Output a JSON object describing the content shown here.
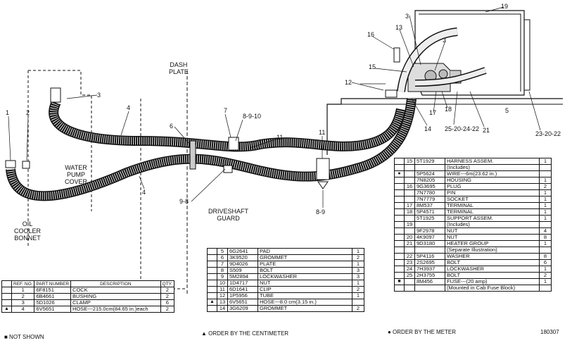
{
  "labels": {
    "dash_plate": [
      "DASH",
      "PLATE"
    ],
    "water_pump_cover": [
      "WATER",
      "PUMP",
      "COVER"
    ],
    "oil_cooler_bonnet": [
      "OIL",
      "COOLER",
      "BONNET"
    ],
    "driveshaft_guard": [
      "DRIVESHAFT",
      "GUARD"
    ],
    "callouts": {
      "c1": "1",
      "c2": "2",
      "c3a": "3",
      "c4a": "4",
      "c4b": "4",
      "c6": "6",
      "c7": "7",
      "c8910": "8-9-10",
      "c11a": "11",
      "c98": "9-8",
      "c11b": "11",
      "c89": "8-9",
      "c12": "12",
      "c13": "13",
      "c15": "15",
      "c16": "16",
      "c3b": "3",
      "c3c": "3",
      "c19": "19",
      "c14": "14",
      "c17": "17",
      "c18": "18",
      "c252022": "25-20-24-22",
      "c21": "21",
      "c5": "5",
      "c232022": "23-20-22"
    }
  },
  "table_left": {
    "headers": [
      "REF. NO.",
      "PART NUMBER",
      "DESCRIPTION",
      "QTY."
    ],
    "rows": [
      {
        "mark": "",
        "ref": "1",
        "part": "6F8151",
        "desc": "COCK",
        "qty": "2"
      },
      {
        "mark": "",
        "ref": "2",
        "part": "6B4661",
        "desc": "BUSHING",
        "qty": "2"
      },
      {
        "mark": "",
        "ref": "3",
        "part": "5D1026",
        "desc": "CLAMP",
        "qty": "6"
      },
      {
        "mark": "▲",
        "ref": "4",
        "part": "6V5651",
        "desc": "HOSE---215.0cm(84.65 in.)each",
        "qty": "2"
      }
    ]
  },
  "table_mid": {
    "rows": [
      {
        "mark": "",
        "ref": "5",
        "part": "6G2641",
        "desc": "PAD",
        "qty": "1"
      },
      {
        "mark": "",
        "ref": "6",
        "part": "3K9520",
        "desc": "GROMMET",
        "qty": "2"
      },
      {
        "mark": "",
        "ref": "7",
        "part": "9D4026",
        "desc": "PLATE",
        "qty": "1"
      },
      {
        "mark": "",
        "ref": "8",
        "part": "S509",
        "desc": "BOLT",
        "qty": "3"
      },
      {
        "mark": "",
        "ref": "9",
        "part": "5M2894",
        "desc": "LOCKWASHER",
        "qty": "3"
      },
      {
        "mark": "",
        "ref": "10",
        "part": "1D4717",
        "desc": "NUT",
        "qty": "1"
      },
      {
        "mark": "",
        "ref": "11",
        "part": "6D1641",
        "desc": "CLIP",
        "qty": "2"
      },
      {
        "mark": "",
        "ref": "12",
        "part": "1P5956",
        "desc": "TUBE",
        "qty": "1"
      },
      {
        "mark": "▲",
        "ref": "13",
        "part": "6V5651",
        "desc": "HOSE---8.0 cm(3.15 in.)",
        "qty": ""
      },
      {
        "mark": "",
        "ref": "14",
        "part": "3G6209",
        "desc": "GROMMET",
        "qty": "2"
      }
    ]
  },
  "table_right": {
    "rows": [
      {
        "mark": "",
        "ref": "15",
        "part": "5T1929",
        "desc": "HARNESS ASSEM.",
        "qty": "1"
      },
      {
        "mark": "",
        "ref": "",
        "part": "",
        "desc": "(Includes)",
        "qty": ""
      },
      {
        "mark": "●",
        "ref": "",
        "part": "5P5624",
        "desc": "WIRE---6m(23.62 in.)",
        "qty": ""
      },
      {
        "mark": "",
        "ref": "",
        "part": "7N8205",
        "desc": "HOUSING",
        "qty": "1"
      },
      {
        "mark": "",
        "ref": "16",
        "part": "9G3695",
        "desc": "PLUG",
        "qty": "2"
      },
      {
        "mark": "",
        "ref": "",
        "part": "7N7780",
        "desc": "PIN",
        "qty": "1"
      },
      {
        "mark": "",
        "ref": "",
        "part": "7N7779",
        "desc": "SOCKET",
        "qty": "1"
      },
      {
        "mark": "",
        "ref": "17",
        "part": "8M537",
        "desc": "TERMINAL",
        "qty": "1"
      },
      {
        "mark": "",
        "ref": "18",
        "part": "5P4571",
        "desc": "TERMINAL",
        "qty": "1"
      },
      {
        "mark": "",
        "ref": "",
        "part": "5T1925",
        "desc": "SUPPORT ASSEM.",
        "qty": "1"
      },
      {
        "mark": "",
        "ref": "19",
        "part": "",
        "desc": "(Includes)",
        "qty": ""
      },
      {
        "mark": "",
        "ref": "",
        "part": "9F2978",
        "desc": "NUT",
        "qty": "4"
      },
      {
        "mark": "",
        "ref": "20",
        "part": "4K9097",
        "desc": "NUT",
        "qty": "8"
      },
      {
        "mark": "",
        "ref": "21",
        "part": "9D3180",
        "desc": "HEATER GROUP",
        "qty": "1"
      },
      {
        "mark": "",
        "ref": "",
        "part": "",
        "desc": "(Separate Illustration)",
        "qty": ""
      },
      {
        "mark": "",
        "ref": "22",
        "part": "5P4116",
        "desc": "WASHER",
        "qty": "8"
      },
      {
        "mark": "",
        "ref": "23",
        "part": "2S2695",
        "desc": "BOLT",
        "qty": "6"
      },
      {
        "mark": "",
        "ref": "24",
        "part": "7H3937",
        "desc": "LOCKWASHER",
        "qty": "1"
      },
      {
        "mark": "",
        "ref": "25",
        "part": "2H3755",
        "desc": "BOLT",
        "qty": "2"
      },
      {
        "mark": "■",
        "ref": "",
        "part": "8M456",
        "desc": "FUSE---(20 amp)",
        "qty": "1"
      },
      {
        "mark": "",
        "ref": "",
        "part": "",
        "desc": "(Mounted in Cab Fuse Block)",
        "qty": ""
      }
    ]
  },
  "footer": {
    "not_shown": "■ NOT SHOWN",
    "by_centimeter": "▲ ORDER BY THE CENTIMETER",
    "by_meter": "● ORDER BY THE METER",
    "drawing_no": "180307"
  }
}
